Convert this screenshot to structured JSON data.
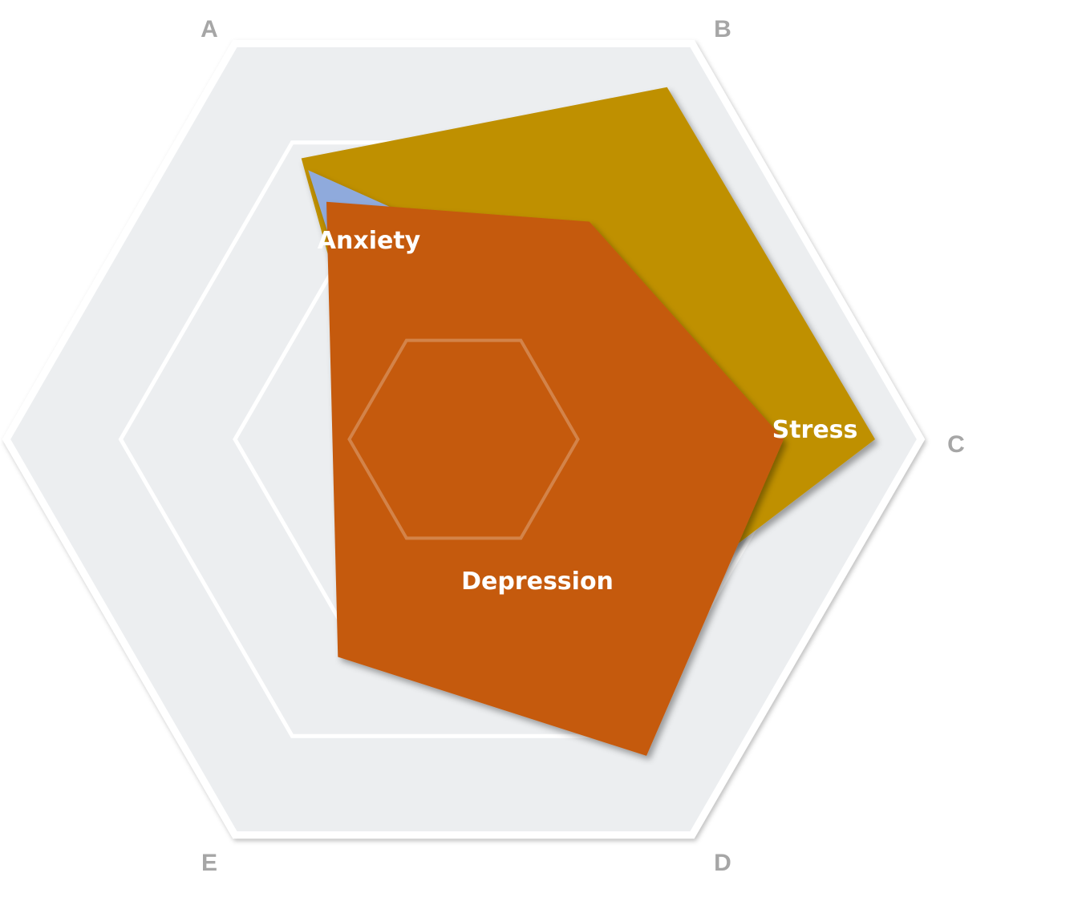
{
  "chart_data": {
    "type": "radar",
    "axes": [
      "A",
      "B",
      "C",
      "D",
      "E"
    ],
    "rmax": 1,
    "grid_levels": 4,
    "series": [
      {
        "name": "Stress",
        "color": "#bf9000",
        "r": [
          0.71,
          0.89,
          0.9,
          0.55,
          0.25
        ]
      },
      {
        "name": "Anxiety",
        "color": "#8faadc",
        "r": [
          0.68,
          0.4,
          0.3,
          0.45,
          0.2
        ]
      },
      {
        "name": "Depression",
        "color": "#c55a11",
        "r": [
          0.6,
          0.55,
          0.7,
          0.8,
          0.55
        ]
      }
    ],
    "labels": {
      "Stress": "Stress",
      "Anxiety": "Anxiety",
      "Depression": "Depression"
    }
  }
}
